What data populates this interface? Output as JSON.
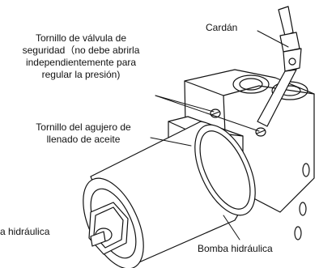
{
  "labels": {
    "safety_valve_screw": [
      "Tornillo de válvula de",
      "seguridad（no debe abrirla",
      "independientemente para",
      "regular la presión)"
    ],
    "cardan": "Cardán",
    "oil_fill_screw": [
      "Tornillo del agujero de",
      "llenado de aceite"
    ],
    "pump_left_partial": "a hidráulica",
    "hydraulic_pump": "Bomba hidráulica"
  }
}
